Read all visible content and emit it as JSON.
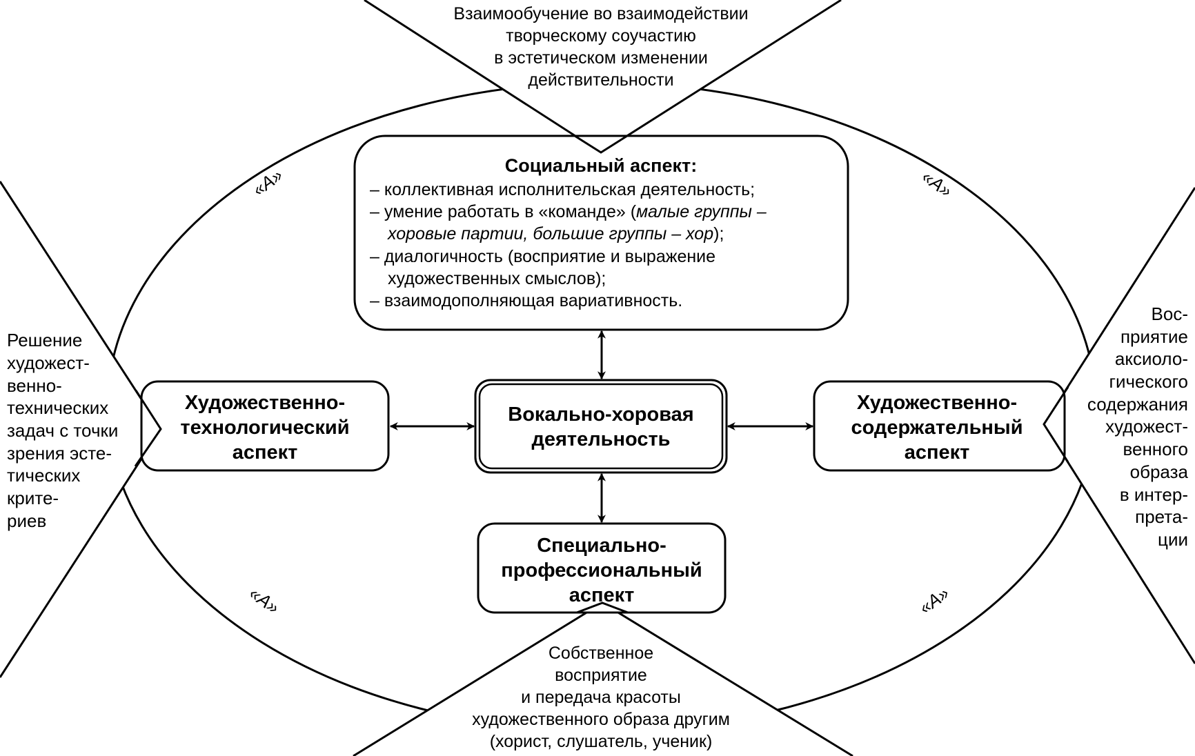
{
  "diagram": {
    "top_text": [
      "Взаимообучение во взаимодействии",
      "творческому соучастию",
      "в эстетическом изменении",
      "действительности"
    ],
    "left_text": [
      "Решение",
      "художест-",
      "венно-",
      "технических",
      "задач с точки",
      "зрения эсте-",
      "тических",
      "крите-",
      "риев"
    ],
    "right_text": [
      "Вос-",
      "приятие",
      "аксиоло-",
      "гического",
      "содержания",
      "художест-",
      "венного",
      "образа",
      "в интер-",
      "прета-",
      "ции"
    ],
    "bottom_text": [
      "Собственное",
      "восприятие",
      "и передача красоты",
      "художественного образа другим",
      "(хорист, слушатель, ученик)"
    ],
    "social_box": {
      "title": "Социальный аспект:",
      "items": {
        "l1": "– коллективная исполнительская деятельность;",
        "l2a": "– умение работать в «команде» (",
        "l2b": "малые группы –",
        "l3a": "хоровые партии, большие группы – хор",
        "l3b": ");",
        "l4": "– диалогичность (восприятие и выражение",
        "l5": "художественных смыслов);",
        "l6": "– взаимодополняющая вариативность."
      }
    },
    "center_box": [
      "Вокально-хоровая",
      "деятельность"
    ],
    "left_box": [
      "Художественно-",
      "технологический",
      "аспект"
    ],
    "right_box": [
      "Художественно-",
      "содержательный",
      "аспект"
    ],
    "bottom_box": [
      "Специально-",
      "профессиональный",
      "аспект"
    ],
    "a_label": "«А»"
  }
}
